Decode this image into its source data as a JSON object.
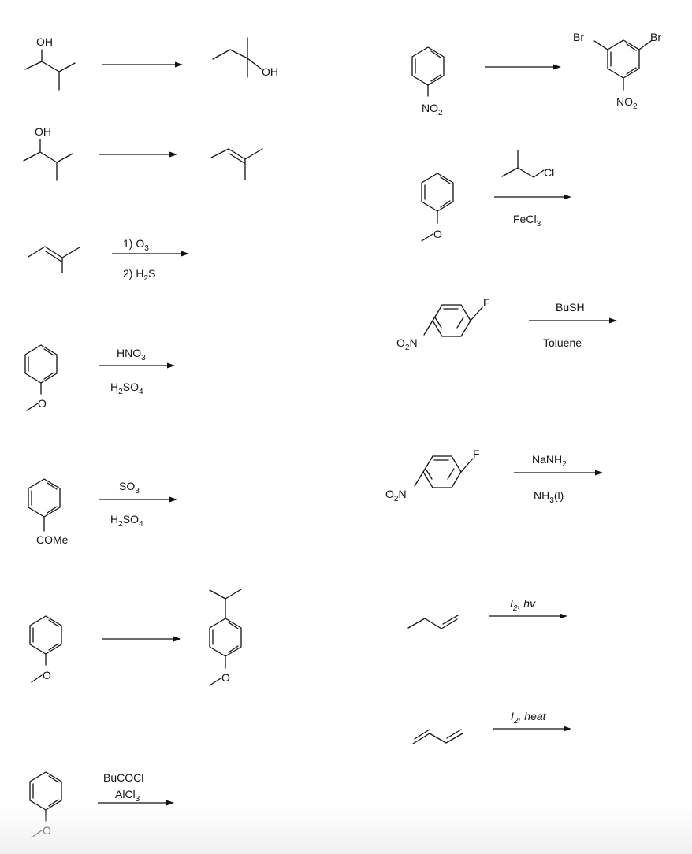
{
  "reactions": [
    {
      "id": "r1",
      "reactant_labels": [
        "OH"
      ],
      "product_labels": [
        "OH"
      ],
      "conditions": []
    },
    {
      "id": "r2",
      "reactant_labels": [
        "OH"
      ],
      "product_labels": [],
      "conditions": []
    },
    {
      "id": "r3",
      "reactant_labels": [],
      "conditions": [
        "1) O3",
        "2) H2S"
      ]
    },
    {
      "id": "r4",
      "reactant_labels": [
        "O"
      ],
      "conditions": [
        "HNO3",
        "H2SO4"
      ]
    },
    {
      "id": "r5",
      "reactant_labels": [
        "COMe"
      ],
      "conditions": [
        "SO3",
        "H2SO4"
      ]
    },
    {
      "id": "r6",
      "reactant_labels": [
        "O"
      ],
      "product_labels": [
        "O"
      ],
      "conditions": []
    },
    {
      "id": "r7",
      "reactant_labels": [
        "O"
      ],
      "conditions": [
        "BuCOCl",
        "AlCl3"
      ]
    },
    {
      "id": "r8",
      "reactant_labels": [
        "NO2"
      ],
      "product_labels": [
        "Br",
        "Br",
        "NO2"
      ],
      "conditions": []
    },
    {
      "id": "r9",
      "reactant_labels": [
        "O"
      ],
      "conditions": [
        "Cl",
        "FeCl3"
      ]
    },
    {
      "id": "r10",
      "reactant_labels": [
        "O2N",
        "F"
      ],
      "conditions": [
        "BuSH",
        "Toluene"
      ]
    },
    {
      "id": "r11",
      "reactant_labels": [
        "O2N",
        "F"
      ],
      "conditions": [
        "NaNH2",
        "NH3(l)"
      ]
    },
    {
      "id": "r12",
      "reactant_labels": [],
      "conditions": [
        "I2, hv"
      ]
    },
    {
      "id": "r13",
      "reactant_labels": [],
      "conditions": [
        "I2, heat"
      ]
    }
  ]
}
